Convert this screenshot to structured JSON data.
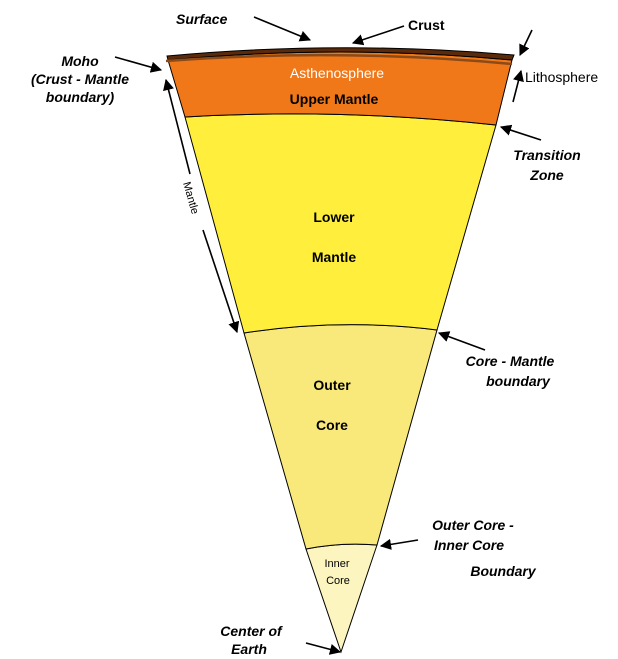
{
  "colors": {
    "crust": "#5a2a0a",
    "crust_stripe": "#8a4a1a",
    "upper_mantle": "#f07818",
    "lower_mantle": "#ffef3c",
    "outer_core": "#f8e97a",
    "inner_core": "#fdf5c0",
    "outline": "#000000"
  },
  "layers": {
    "asthenosphere": "Asthenosphere",
    "upper_mantle": "Upper Mantle",
    "lower_mantle_1": "Lower",
    "lower_mantle_2": "Mantle",
    "outer_core_1": "Outer",
    "outer_core_2": "Core",
    "inner_core_1": "Inner",
    "inner_core_2": "Core"
  },
  "callouts": {
    "surface": "Surface",
    "crust": "Crust",
    "moho_1": "Moho",
    "moho_2": "(Crust - Mantle",
    "moho_3": "boundary)",
    "lithosphere": "Lithosphere",
    "transition_1": "Transition",
    "transition_2": "Zone",
    "mantle": "Mantle",
    "core_mantle_1": "Core - Mantle",
    "core_mantle_2": "boundary",
    "outer_inner_1": "Outer Core -",
    "outer_inner_2": "Inner Core",
    "outer_inner_3": "Boundary",
    "center_1": "Center of",
    "center_2": "Earth"
  }
}
